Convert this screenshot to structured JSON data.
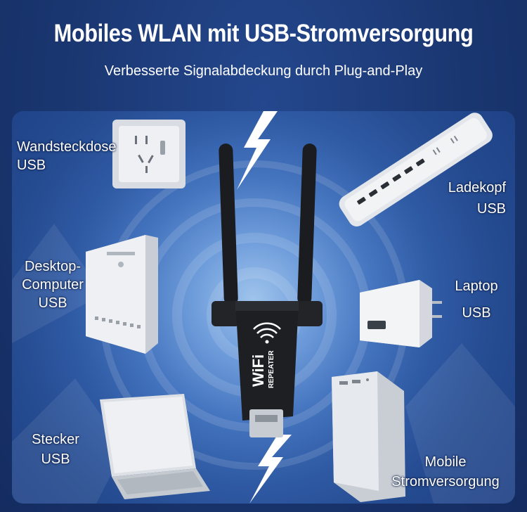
{
  "header": {
    "title": "Mobiles WLAN mit USB-Stromversorgung",
    "subtitle": "Verbesserte Signalabdeckung durch Plug-and-Play"
  },
  "labels": {
    "wall_socket": [
      "Wandsteckdose",
      "USB"
    ],
    "charger": [
      "Ladekopf",
      "USB"
    ],
    "desktop": [
      "Desktop-",
      "Computer",
      "USB"
    ],
    "laptop": [
      "Laptop",
      "USB"
    ],
    "plug": [
      "Stecker",
      "USB"
    ],
    "powerbank": [
      "Mobile",
      "Stromversorgung"
    ]
  },
  "device": {
    "brand": "WiFi",
    "model": "REPEATER"
  },
  "colors": {
    "background": "#1c3a78",
    "accent_glow": "#9fc4ec",
    "text": "#ffffff"
  }
}
